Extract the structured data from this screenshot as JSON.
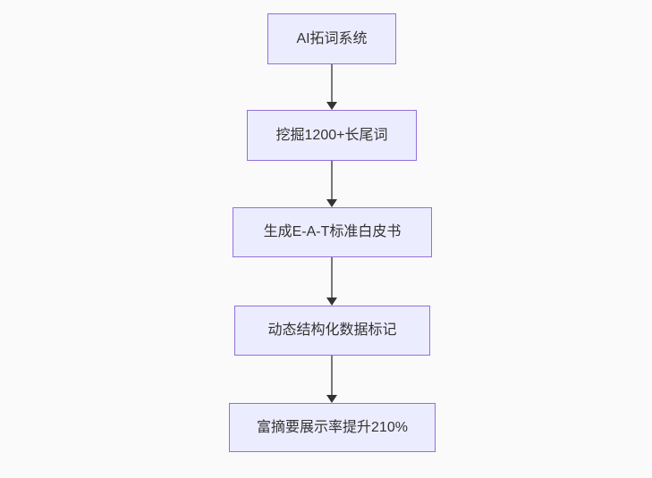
{
  "diagram": {
    "type": "flowchart",
    "direction": "top-down",
    "nodes": [
      {
        "id": "n1",
        "label": "AI拓词系统"
      },
      {
        "id": "n2",
        "label": "挖掘1200+长尾词"
      },
      {
        "id": "n3",
        "label": "生成E-A-T标准白皮书"
      },
      {
        "id": "n4",
        "label": "动态结构化数据标记"
      },
      {
        "id": "n5",
        "label": "富摘要展示率提升210%"
      }
    ],
    "edges": [
      {
        "from": "n1",
        "to": "n2"
      },
      {
        "from": "n2",
        "to": "n3"
      },
      {
        "from": "n3",
        "to": "n4"
      },
      {
        "from": "n4",
        "to": "n5"
      }
    ],
    "colors": {
      "background": "#fafafa",
      "node_fill": "#ECECFF",
      "node_border": "#9370DB",
      "node_text": "#333333",
      "edge_line": "#777777",
      "edge_arrowhead": "#333333"
    }
  }
}
